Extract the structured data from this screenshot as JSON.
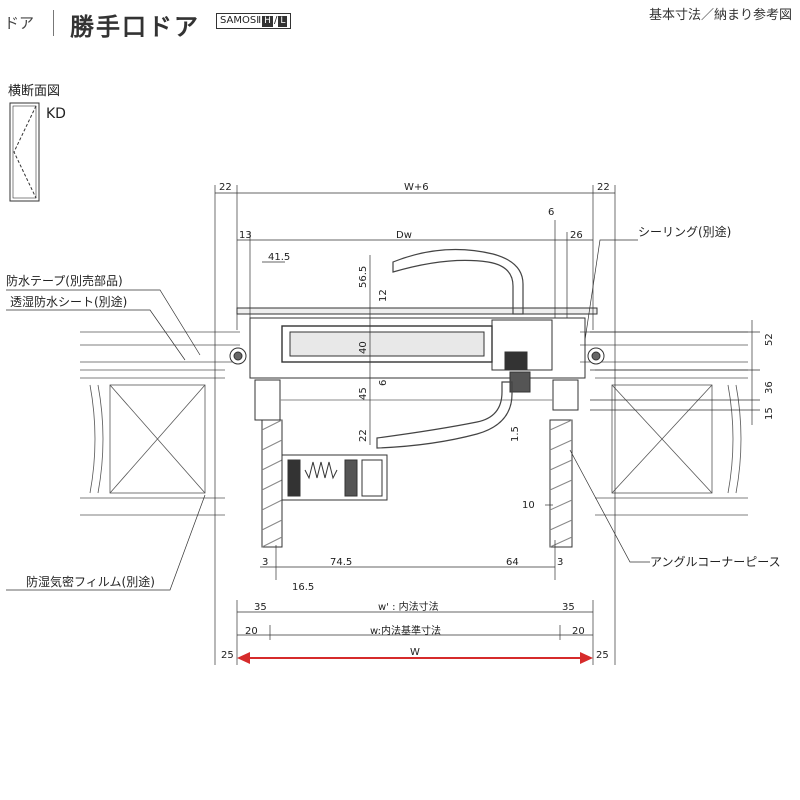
{
  "header": {
    "category": "ドア",
    "title": "勝手口ドア",
    "product": "SAMOSⅡ",
    "variant_h": "H",
    "variant_sep": "/",
    "variant_l": "L",
    "sheet": "基本寸法／納まり参考図"
  },
  "section_title": "横断面図",
  "symbol": "KD",
  "dims": {
    "top_left": "22",
    "top_mid": "W+6",
    "top_right": "22",
    "six": "6",
    "d13": "13",
    "dw": "Dw",
    "d26": "26",
    "d415": "41.5",
    "d565": "56.5",
    "d12": "12",
    "d52": "52",
    "d40": "40",
    "d6b": "6",
    "d36": "36",
    "d45": "45",
    "d15": "15",
    "d22": "22",
    "d15b": "1.5",
    "d10": "10",
    "d3": "3",
    "d745": "74.5",
    "d64": "64",
    "d3b": "3",
    "d165": "16.5",
    "d35l": "35",
    "wp": "w' : 内法寸法",
    "d35r": "35",
    "d20l": "20",
    "wn": "w:内法基準寸法",
    "d20r": "20",
    "d25l": "25",
    "w": "W",
    "d25r": "25"
  },
  "callouts": {
    "sealing": "シーリング(別途)",
    "waterproof_tape": "防水テープ(別売部品)",
    "moisture_sheet": "透湿防水シート(別途)",
    "angle_piece": "アングルコーナーピース",
    "vapor_film": "防湿気密フィルム(別途)"
  },
  "colors": {
    "accent": "#d62b2b",
    "line": "#333333"
  }
}
